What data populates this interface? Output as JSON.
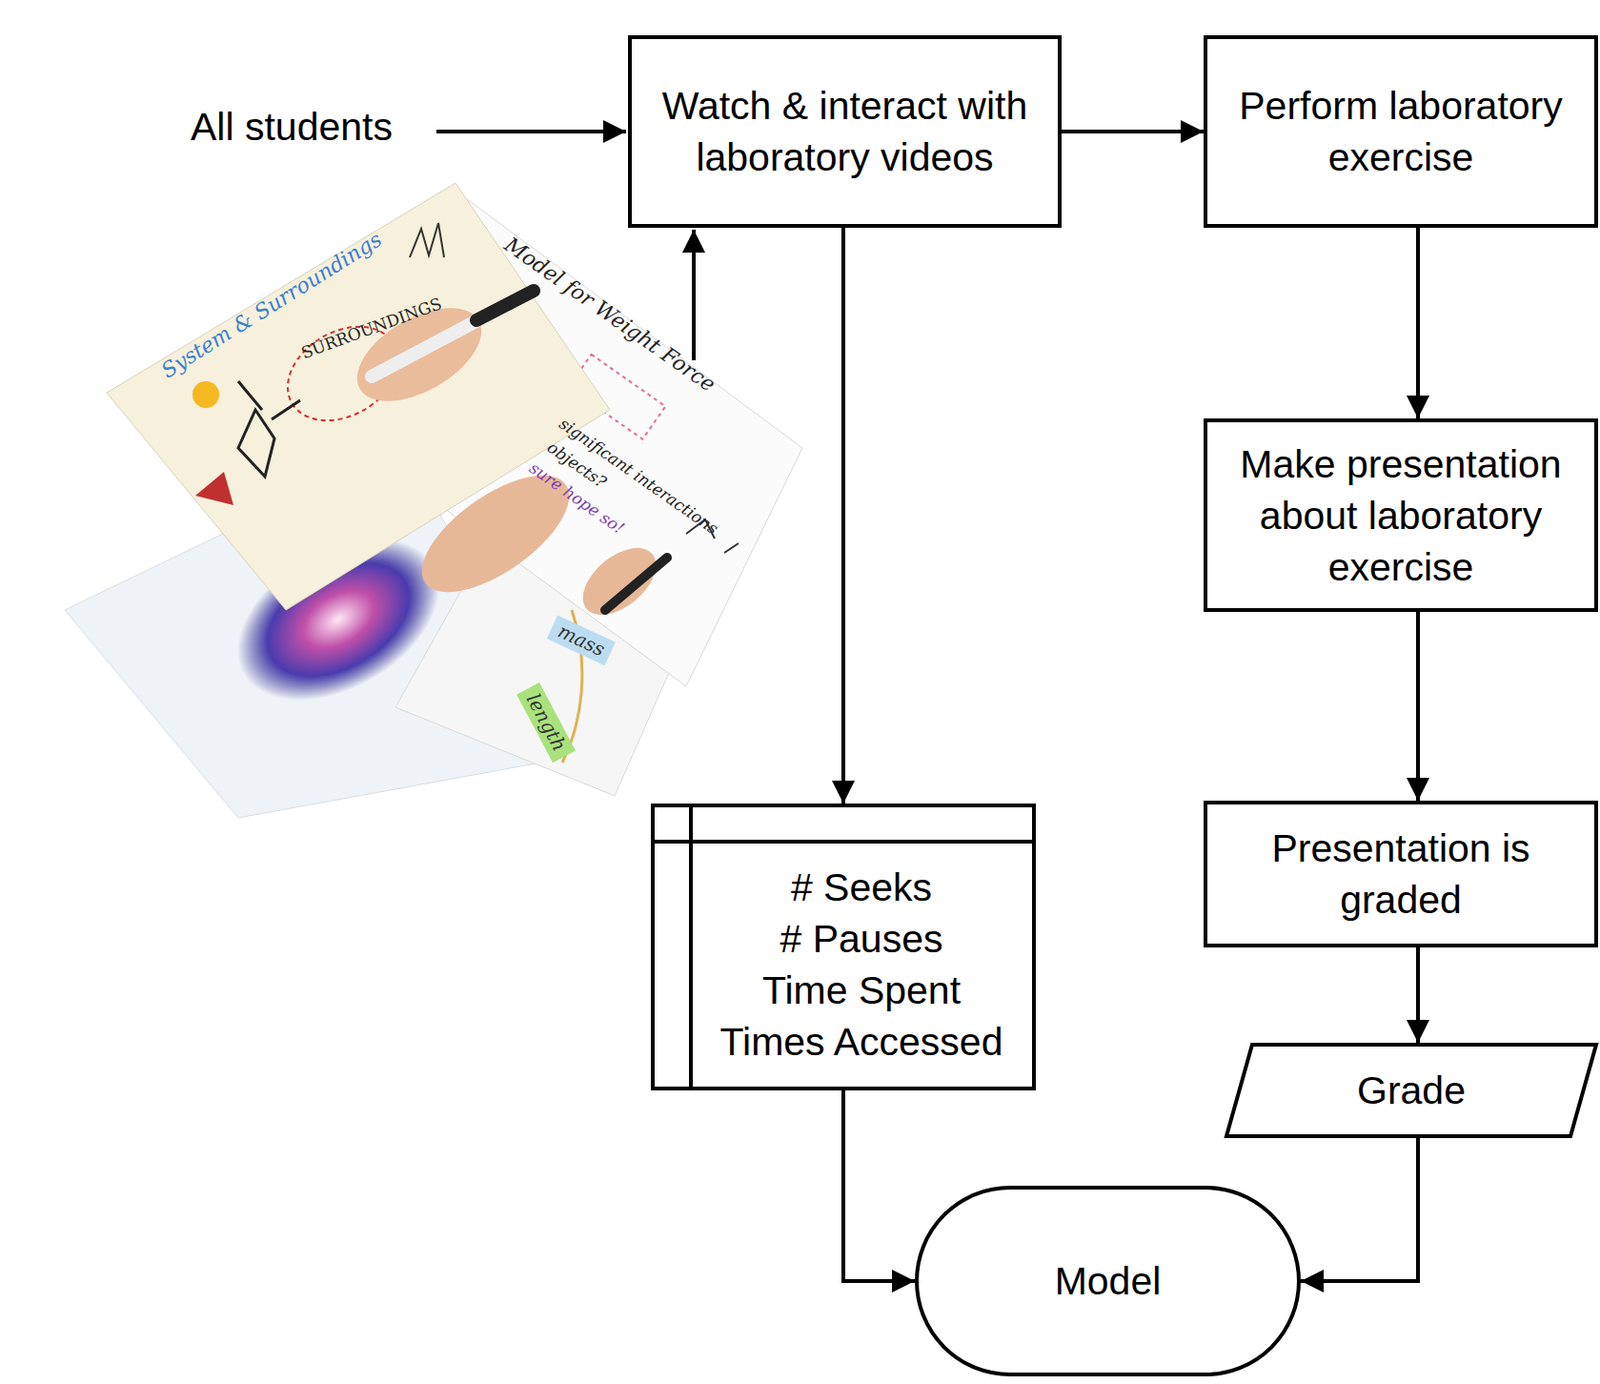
{
  "diagram": {
    "nodes": [
      {
        "text": [
          "Watch & interact with laboratory videos"
        ]
      },
      {
        "text": [
          "Perform laboratory exercise"
        ]
      },
      {
        "text": [
          "Make presentation about laboratory exercise"
        ]
      },
      {
        "text": [
          "Presentation is graded"
        ]
      },
      {
        "text": [
          "Grade"
        ]
      },
      {
        "text": [
          "# Seeks",
          "# Pauses",
          "Time Spent",
          "Times Accessed"
        ]
      },
      {
        "text": [
          "Model"
        ]
      }
    ],
    "edges": [
      {
        "from": 0,
        "to": 1,
        "arrow": "to"
      },
      {
        "from": 0,
        "to": 5,
        "arrow": "to"
      },
      {
        "from": 1,
        "to": 2,
        "arrow": "to"
      },
      {
        "from": 2,
        "to": 3,
        "arrow": "to"
      },
      {
        "from": 3,
        "to": 4,
        "arrow": "to"
      },
      {
        "from": 5,
        "to": 6,
        "arrow": "to"
      },
      {
        "from": 4,
        "to": 6,
        "arrow": "to"
      }
    ],
    "labels": [
      "All students",
      "System & Surroundings",
      "SURROUNDINGS",
      "Model for Weight Force",
      "significant interactions",
      "objects?",
      "sure hope so!",
      "mass",
      "length"
    ]
  }
}
